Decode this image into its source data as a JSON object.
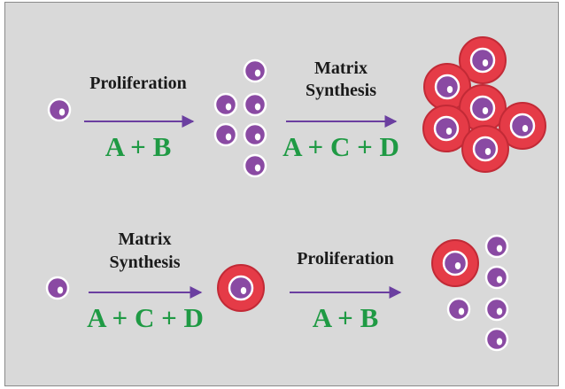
{
  "diagram": {
    "colors": {
      "background": "#d9d9d9",
      "cell_fill": "#8a4aa3",
      "cell_outline": "#ffffff",
      "nucleolus": "#ffffff",
      "matrix_fill": "#e53b47",
      "matrix_outline": "#c22a36",
      "arrow": "#6b3fa0",
      "step_text": "#1a1a1a",
      "formula_text": "#1f9a44"
    },
    "row1": {
      "step1": {
        "title": "Proliferation",
        "formula": "A + B"
      },
      "step2": {
        "title_line1": "Matrix",
        "title_line2": "Synthesis",
        "formula": "A + C + D"
      }
    },
    "row2": {
      "step1": {
        "title_line1": "Matrix",
        "title_line2": "Synthesis",
        "formula": "A + C + D"
      },
      "step2": {
        "title": "Proliferation",
        "formula": "A + B"
      }
    }
  }
}
